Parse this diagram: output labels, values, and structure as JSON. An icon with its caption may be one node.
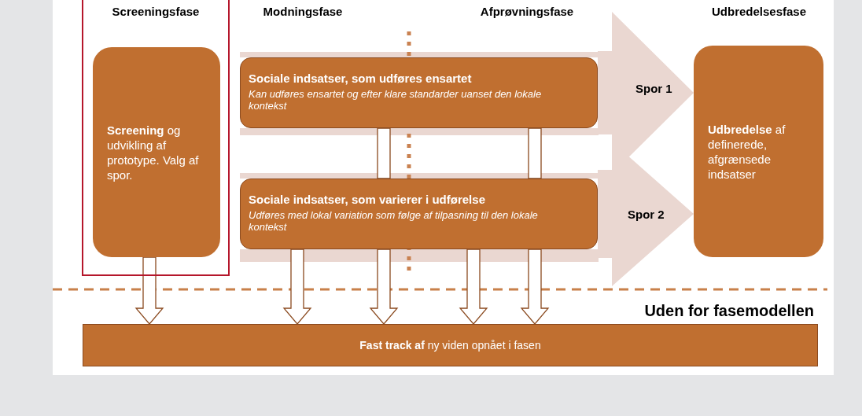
{
  "diagram": {
    "nodes": [
      {
        "text": [
          "**Screening** og udvikling af prototype. Valg af spor."
        ]
      },
      {
        "text": [
          "Sociale indsatser, som udføres ensartet",
          "Kan udføres ensartet og efter klare standarder uanset den lokale kontekst"
        ]
      },
      {
        "text": [
          "Sociale indsatser, som varierer i udførelse",
          "Udføres med lokal variation som følge af tilpasning til den lokale kontekst"
        ]
      },
      {
        "text": [
          "**Udbredelse** af definerede, afgrænsede indsatser"
        ]
      },
      {
        "text": [
          "**Fast track af** ny viden opnået i fasen"
        ]
      }
    ],
    "edges": [
      {
        "from": 0,
        "to": 4,
        "arrow": "to"
      },
      {
        "from": 1,
        "to": 2,
        "arrow": "none"
      },
      {
        "from": 2,
        "to": 4,
        "arrow": "to"
      },
      {
        "from": 1,
        "to": 2,
        "arrow": "none"
      },
      {
        "from": 2,
        "to": 4,
        "arrow": "to"
      },
      {
        "from": 2,
        "to": 4,
        "arrow": "to"
      },
      {
        "from": 2,
        "to": 4,
        "arrow": "to"
      },
      {
        "from": 1,
        "to": 3,
        "arrow": "to",
        "label": "Spor 1",
        "style": "thick",
        "color": "#ead7d1"
      },
      {
        "from": 2,
        "to": 3,
        "arrow": "to",
        "label": "Spor 2",
        "style": "thick",
        "color": "#ead7d1"
      }
    ],
    "labels": [
      "Screeningsfase",
      "Modningsfase",
      "Afprøvningsfase",
      "Udbredelsesfase",
      "Uden for fasemodellen"
    ]
  }
}
